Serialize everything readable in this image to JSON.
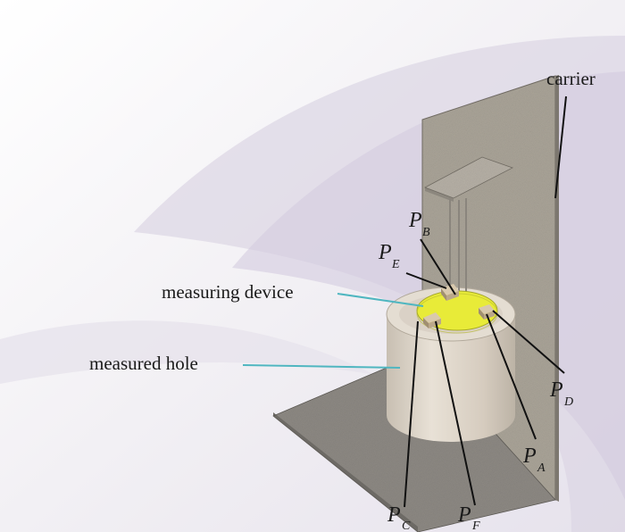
{
  "labels": {
    "carrier": "carrier",
    "measuring_device": "measuring device",
    "measured_hole": "measured hole"
  },
  "points": [
    {
      "id": "A",
      "symbol": "P",
      "subscript": "A"
    },
    {
      "id": "B",
      "symbol": "P",
      "subscript": "B"
    },
    {
      "id": "C",
      "symbol": "P",
      "subscript": "C"
    },
    {
      "id": "D",
      "symbol": "P",
      "subscript": "D"
    },
    {
      "id": "E",
      "symbol": "P",
      "subscript": "E"
    },
    {
      "id": "F",
      "symbol": "P",
      "subscript": "F"
    }
  ],
  "colors": {
    "carrier_plate": "#aca69a",
    "base_plate": "#8f8b85",
    "cylinder": "#d9d0c3",
    "device_disk": "#e9ec3a",
    "leader_cyan": "#4fb6c0",
    "leader_black": "#111111",
    "background_haze": "#d8d2e2"
  }
}
